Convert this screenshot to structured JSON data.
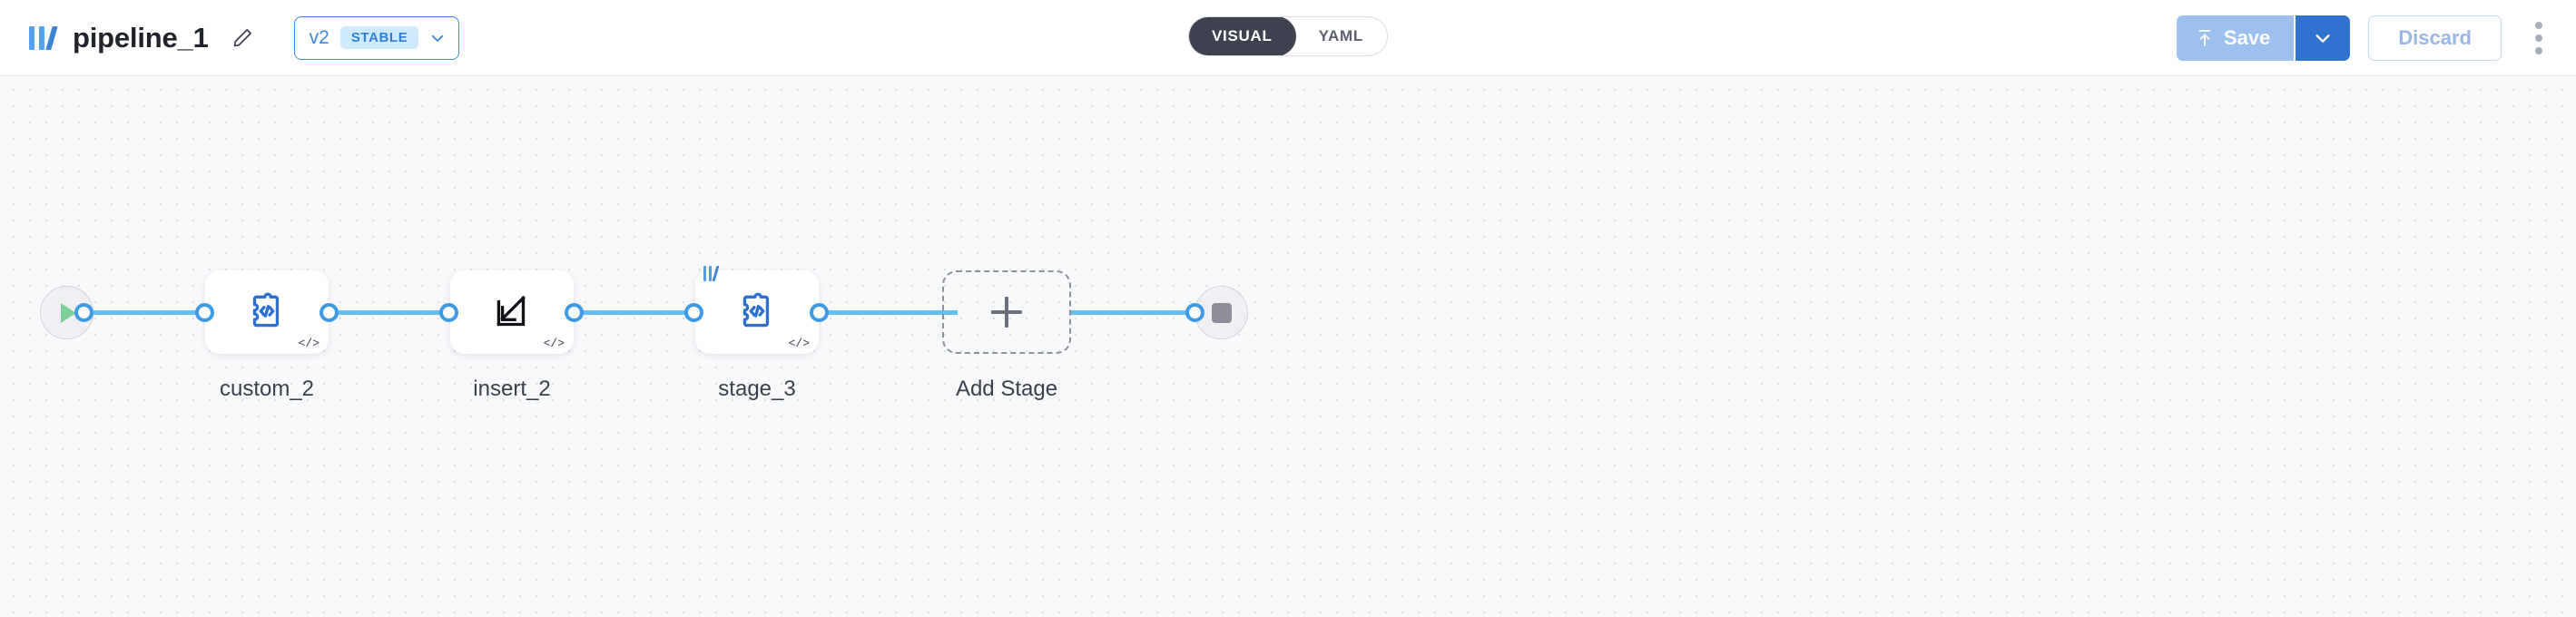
{
  "header": {
    "brand_logo_icon": "pipeline-brand-logo",
    "pipeline_title": "pipeline_1",
    "edit_icon": "pencil-icon",
    "version": {
      "label": "v2",
      "badge": "STABLE",
      "caret_icon": "chevron-down-icon"
    },
    "view_toggle": {
      "options": [
        {
          "label": "VISUAL",
          "active": true
        },
        {
          "label": "YAML",
          "active": false
        }
      ]
    },
    "actions": {
      "save_label": "Save",
      "save_icon": "upload-arrow-icon",
      "save_caret_icon": "chevron-down-icon",
      "discard_label": "Discard",
      "overflow_icon": "kebab-menu-icon"
    },
    "colors": {
      "accent_blue": "#3f86e0",
      "save_disabled": "#9dc0ef",
      "save_caret": "#2f73cf",
      "badge_bg": "#cfeafd",
      "toggle_active_bg": "#3d4150"
    }
  },
  "canvas": {
    "background": "#f8f9fb",
    "wire_color": "#66bdf0",
    "port_color": "#3f9ae6",
    "start_node": {
      "name": "start-node",
      "icon": "play-triangle-icon"
    },
    "end_node": {
      "name": "end-node",
      "icon": "stop-square-icon"
    },
    "stages": [
      {
        "label": "custom_2",
        "icon": "puzzle-code-icon",
        "code_badge": "</>",
        "has_logo_badge": false
      },
      {
        "label": "insert_2",
        "icon": "insert-arrow-square-icon",
        "code_badge": "</>",
        "has_logo_badge": false
      },
      {
        "label": "stage_3",
        "icon": "puzzle-code-icon",
        "code_badge": "</>",
        "has_logo_badge": true
      }
    ],
    "add_stage": {
      "label": "Add Stage",
      "icon": "plus-icon"
    }
  }
}
